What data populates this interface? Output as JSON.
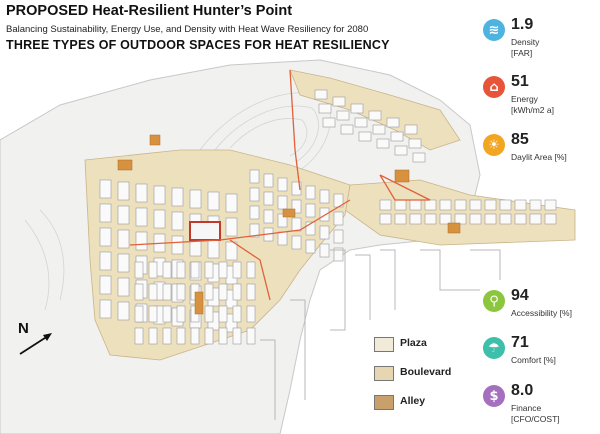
{
  "header": {
    "title": "PROPOSED Heat-Resilient Hunter’s Point",
    "subtitle": "Balancing Sustainability, Energy Use, and Density with Heat Wave Resiliency for 2080",
    "heading": "THREE TYPES OF OUTDOOR SPACES FOR HEAT RESILIENCY"
  },
  "metrics": [
    {
      "value": "1.9",
      "label1": "Density",
      "label2": "[FAR]",
      "icon": "waves-icon",
      "color": "#4fb3e0"
    },
    {
      "value": "51",
      "label1": "Energy",
      "label2": "[kWh/m2 a]",
      "icon": "house-flame-icon",
      "color": "#e6553a"
    },
    {
      "value": "85",
      "label1": "Daylit Area [%]",
      "label2": "",
      "icon": "sun-icon",
      "color": "#f2a521"
    },
    {
      "value": "94",
      "label1": "Accessibility [%]",
      "label2": "",
      "icon": "walker-icon",
      "color": "#8cc63f"
    },
    {
      "value": "71",
      "label1": "Comfort [%]",
      "label2": "",
      "icon": "umbrella-icon",
      "color": "#3dbfa9"
    },
    {
      "value": "8.0",
      "label1": "Finance",
      "label2": "[CFO/COST]",
      "icon": "dollar-icon",
      "color": "#a56fc0"
    }
  ],
  "legend": [
    {
      "label": "Plaza",
      "color": "#f2ead9"
    },
    {
      "label": "Boulevard",
      "color": "#e6d6b2"
    },
    {
      "label": "Alley",
      "color": "#c9a06b"
    }
  ],
  "north_arrow": {
    "label": "N"
  }
}
